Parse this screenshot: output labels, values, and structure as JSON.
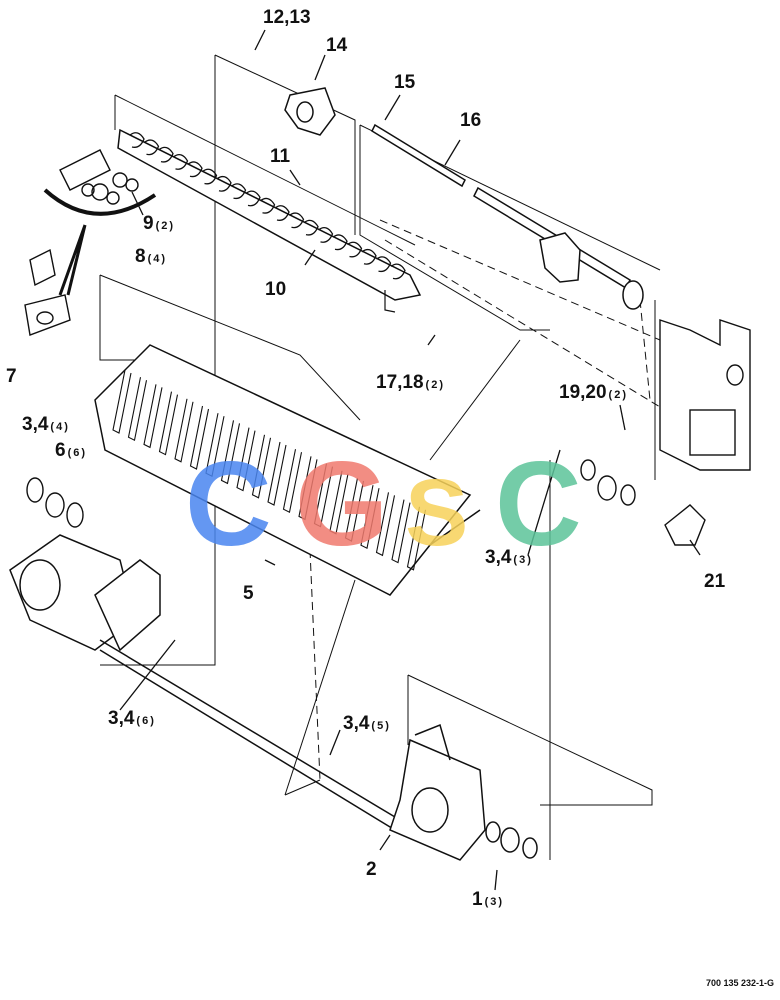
{
  "callouts": [
    {
      "id": "c1213",
      "num": "12,13",
      "qty": ""
    },
    {
      "id": "c14",
      "num": "14",
      "qty": ""
    },
    {
      "id": "c15",
      "num": "15",
      "qty": ""
    },
    {
      "id": "c16",
      "num": "16",
      "qty": ""
    },
    {
      "id": "c11",
      "num": "11",
      "qty": ""
    },
    {
      "id": "c9",
      "num": "9",
      "qty": "(2)"
    },
    {
      "id": "c8",
      "num": "8",
      "qty": "(4)"
    },
    {
      "id": "c10",
      "num": "10",
      "qty": ""
    },
    {
      "id": "c7",
      "num": "7",
      "qty": ""
    },
    {
      "id": "c1718",
      "num": "17,18",
      "qty": "(2)"
    },
    {
      "id": "c34a",
      "num": "3,4",
      "qty": "(4)"
    },
    {
      "id": "c1920",
      "num": "19,20",
      "qty": "(2)"
    },
    {
      "id": "c6",
      "num": "6",
      "qty": "(6)"
    },
    {
      "id": "c34b",
      "num": "3,4",
      "qty": "(3)"
    },
    {
      "id": "c21",
      "num": "21",
      "qty": ""
    },
    {
      "id": "c5",
      "num": "5",
      "qty": ""
    },
    {
      "id": "c34c",
      "num": "3,4",
      "qty": "(6)"
    },
    {
      "id": "c34d",
      "num": "3,4",
      "qty": "(5)"
    },
    {
      "id": "c2",
      "num": "2",
      "qty": ""
    },
    {
      "id": "c1",
      "num": "1",
      "qty": "(3)"
    }
  ],
  "watermark": {
    "letters": [
      "C",
      "G",
      "S",
      "C"
    ],
    "colors": [
      "#4a86f0",
      "#f07a6e",
      "#f7d25a",
      "#5cc49a"
    ]
  },
  "drawing_code": "700 135 232-1-G"
}
